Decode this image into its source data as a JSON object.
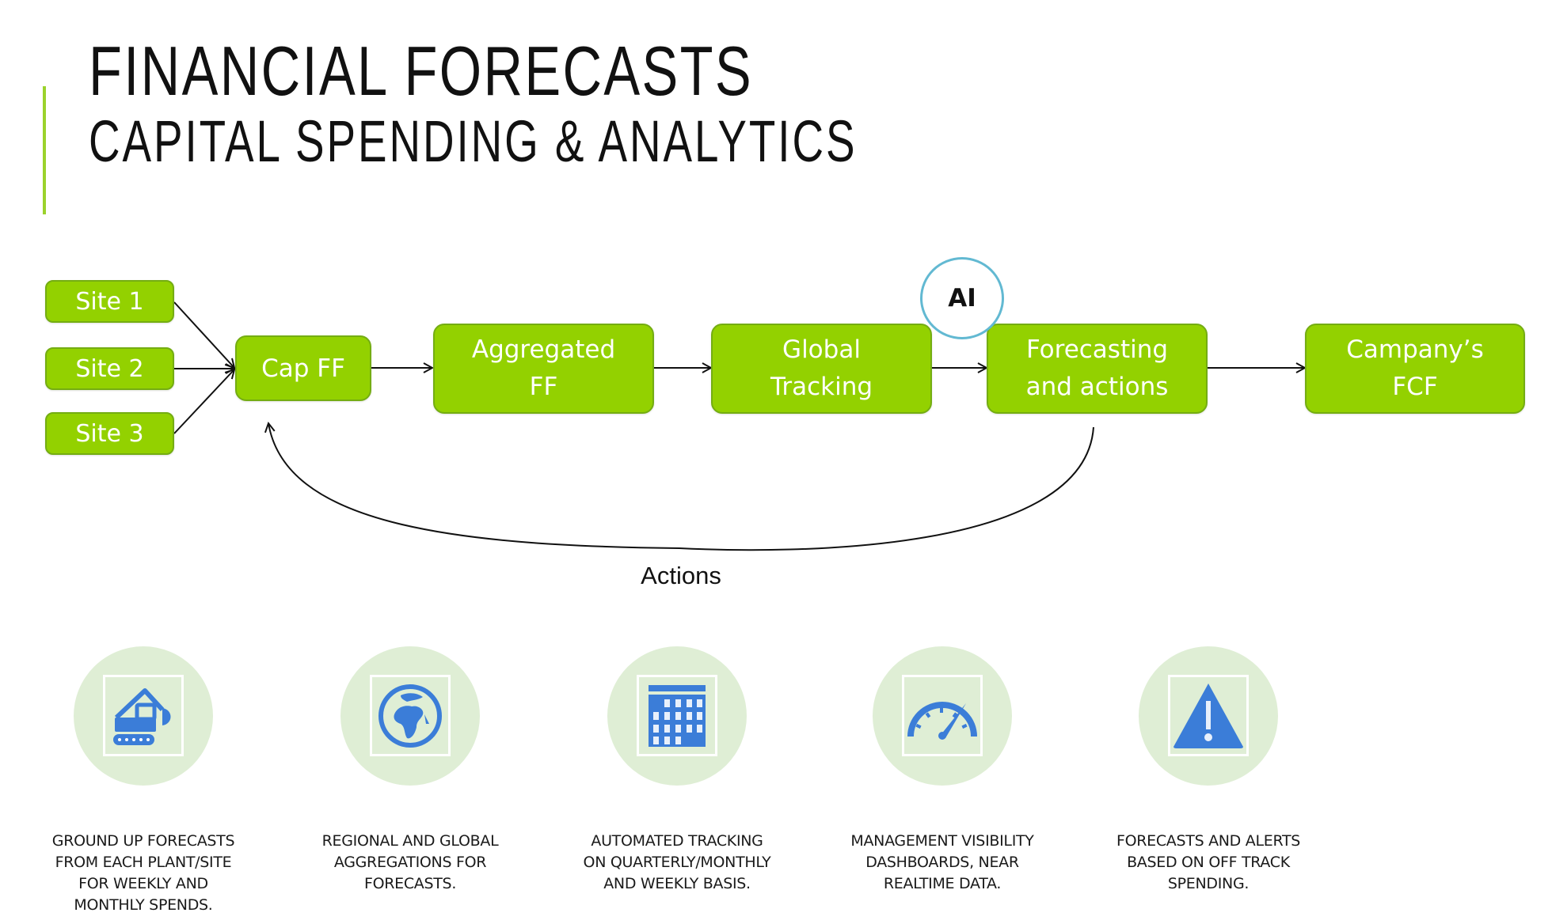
{
  "header": {
    "title": "FINANCIAL FORECASTS",
    "subtitle": "CAPITAL SPENDING & ANALYTICS",
    "accent_color": "#9bd22c"
  },
  "flow": {
    "box_color": "#93d100",
    "sites": [
      {
        "label": "Site 1"
      },
      {
        "label": "Site 2"
      },
      {
        "label": "Site 3"
      }
    ],
    "stages": [
      {
        "line1": "Cap FF",
        "line2": ""
      },
      {
        "line1": "Aggregated",
        "line2": "FF"
      },
      {
        "line1": "Global",
        "line2": "Tracking"
      },
      {
        "line1": "Forecasting",
        "line2": "and actions"
      },
      {
        "line1": "Campany’s",
        "line2": "FCF"
      }
    ],
    "ai_badge": "AI",
    "feedback_label": "Actions"
  },
  "features": [
    {
      "icon": "excavator-icon",
      "text": [
        "GROUND UP FORECASTS",
        "FROM EACH PLANT/SITE",
        "FOR WEEKLY AND",
        "MONTHLY SPENDS."
      ]
    },
    {
      "icon": "globe-icon",
      "text": [
        "REGIONAL AND GLOBAL",
        "AGGREGATIONS FOR",
        "FORECASTS."
      ]
    },
    {
      "icon": "calendar-icon",
      "text": [
        "AUTOMATED TRACKING",
        "ON QUARTERLY/MONTHLY",
        "AND WEEKLY BASIS."
      ]
    },
    {
      "icon": "gauge-icon",
      "text": [
        "MANAGEMENT VISIBILITY",
        "DASHBOARDS, NEAR",
        "REALTIME DATA."
      ]
    },
    {
      "icon": "warning-icon",
      "text": [
        "FORECASTS AND ALERTS",
        "BASED ON OFF TRACK",
        "SPENDING."
      ]
    }
  ],
  "colors": {
    "icon_blue": "#3b7dd8",
    "icon_circle": "#dfeed5",
    "ai_ring": "#62b9d2"
  }
}
